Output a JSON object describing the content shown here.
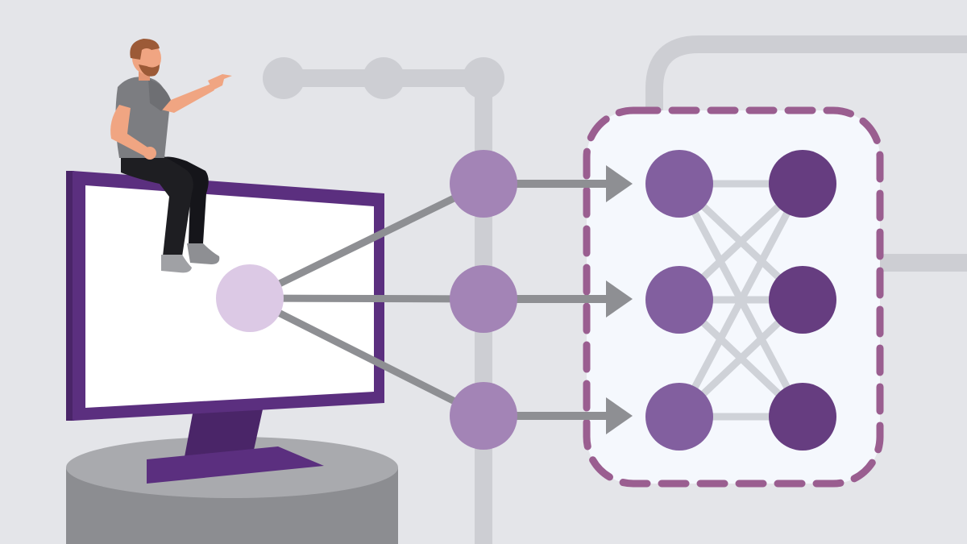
{
  "colors": {
    "background": "#e4e5e9",
    "track": "#cdced3",
    "arrow": "#8e8f93",
    "screen_frame": "#5b2f7f",
    "screen_frame_dark": "#4a2568",
    "screen": "#ffffff",
    "input_node": "#dcc9e5",
    "hidden_node": "#a384b6",
    "network_node_left": "#825f9f",
    "network_node_right": "#663d80",
    "network_box_fill": "#f5f8fd",
    "network_box_border": "#9a5e90",
    "connection": "#cfd2d8",
    "pedestal_top": "#a9aaae",
    "pedestal_side": "#8c8d91",
    "shirt": "#7c7d81",
    "pants": "#1e1e22",
    "skin": "#f0a582",
    "hair": "#9c5a37"
  },
  "icons": {
    "person": "person-pointing-icon",
    "monitor": "monitor-icon",
    "network": "neural-network-icon"
  },
  "network": {
    "input_nodes": 1,
    "hidden_nodes": 3,
    "box_layers": 2,
    "box_nodes_per_layer": 3
  }
}
